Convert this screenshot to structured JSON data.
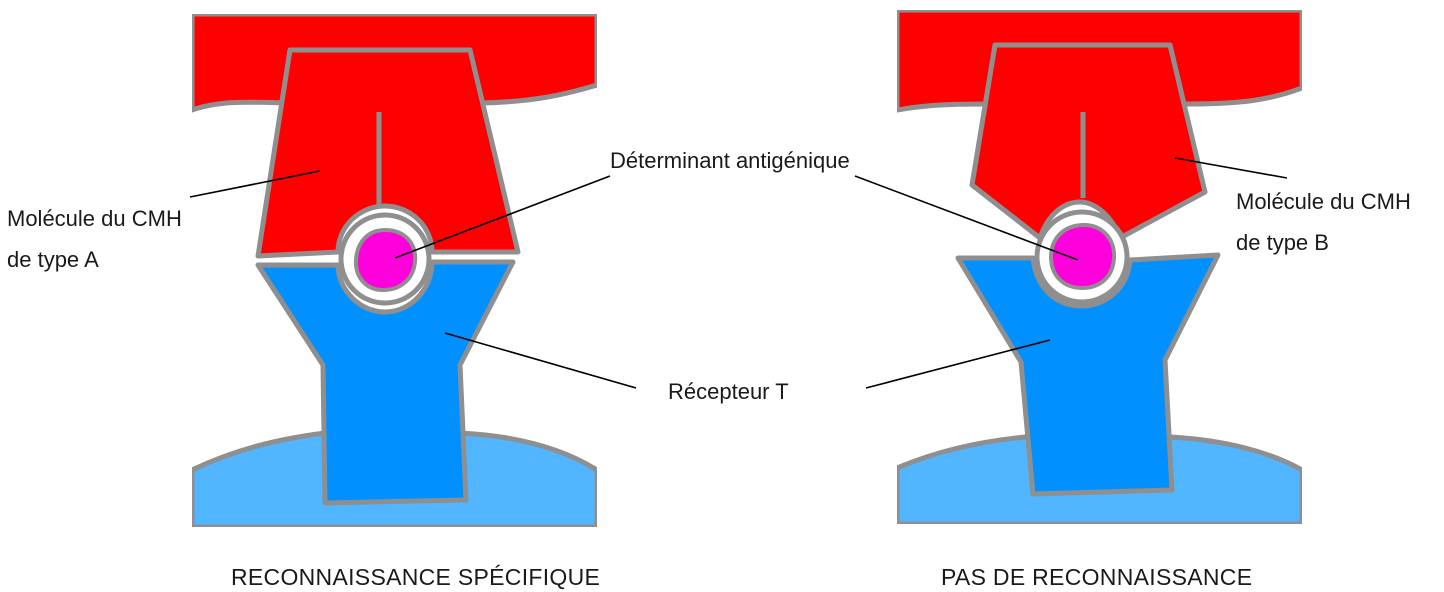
{
  "labels": {
    "mhc_a_line1": "Molécule du CMH",
    "mhc_a_line2": "de type A",
    "determinant": "Déterminant antigénique",
    "mhc_b_line1": "Molécule du CMH",
    "mhc_b_line2": "de type B",
    "receptor": "Récepteur T"
  },
  "captions": {
    "left": "RECONNAISSANCE SPÉCIFIQUE",
    "right": "PAS DE RECONNAISSANCE"
  },
  "colors": {
    "mhc": "#ff0000",
    "receptor": "#0090ff",
    "cell": "#52b5ff",
    "antigen": "#ff00dd",
    "outline": "#8f8f8f",
    "leader": "#000000"
  }
}
